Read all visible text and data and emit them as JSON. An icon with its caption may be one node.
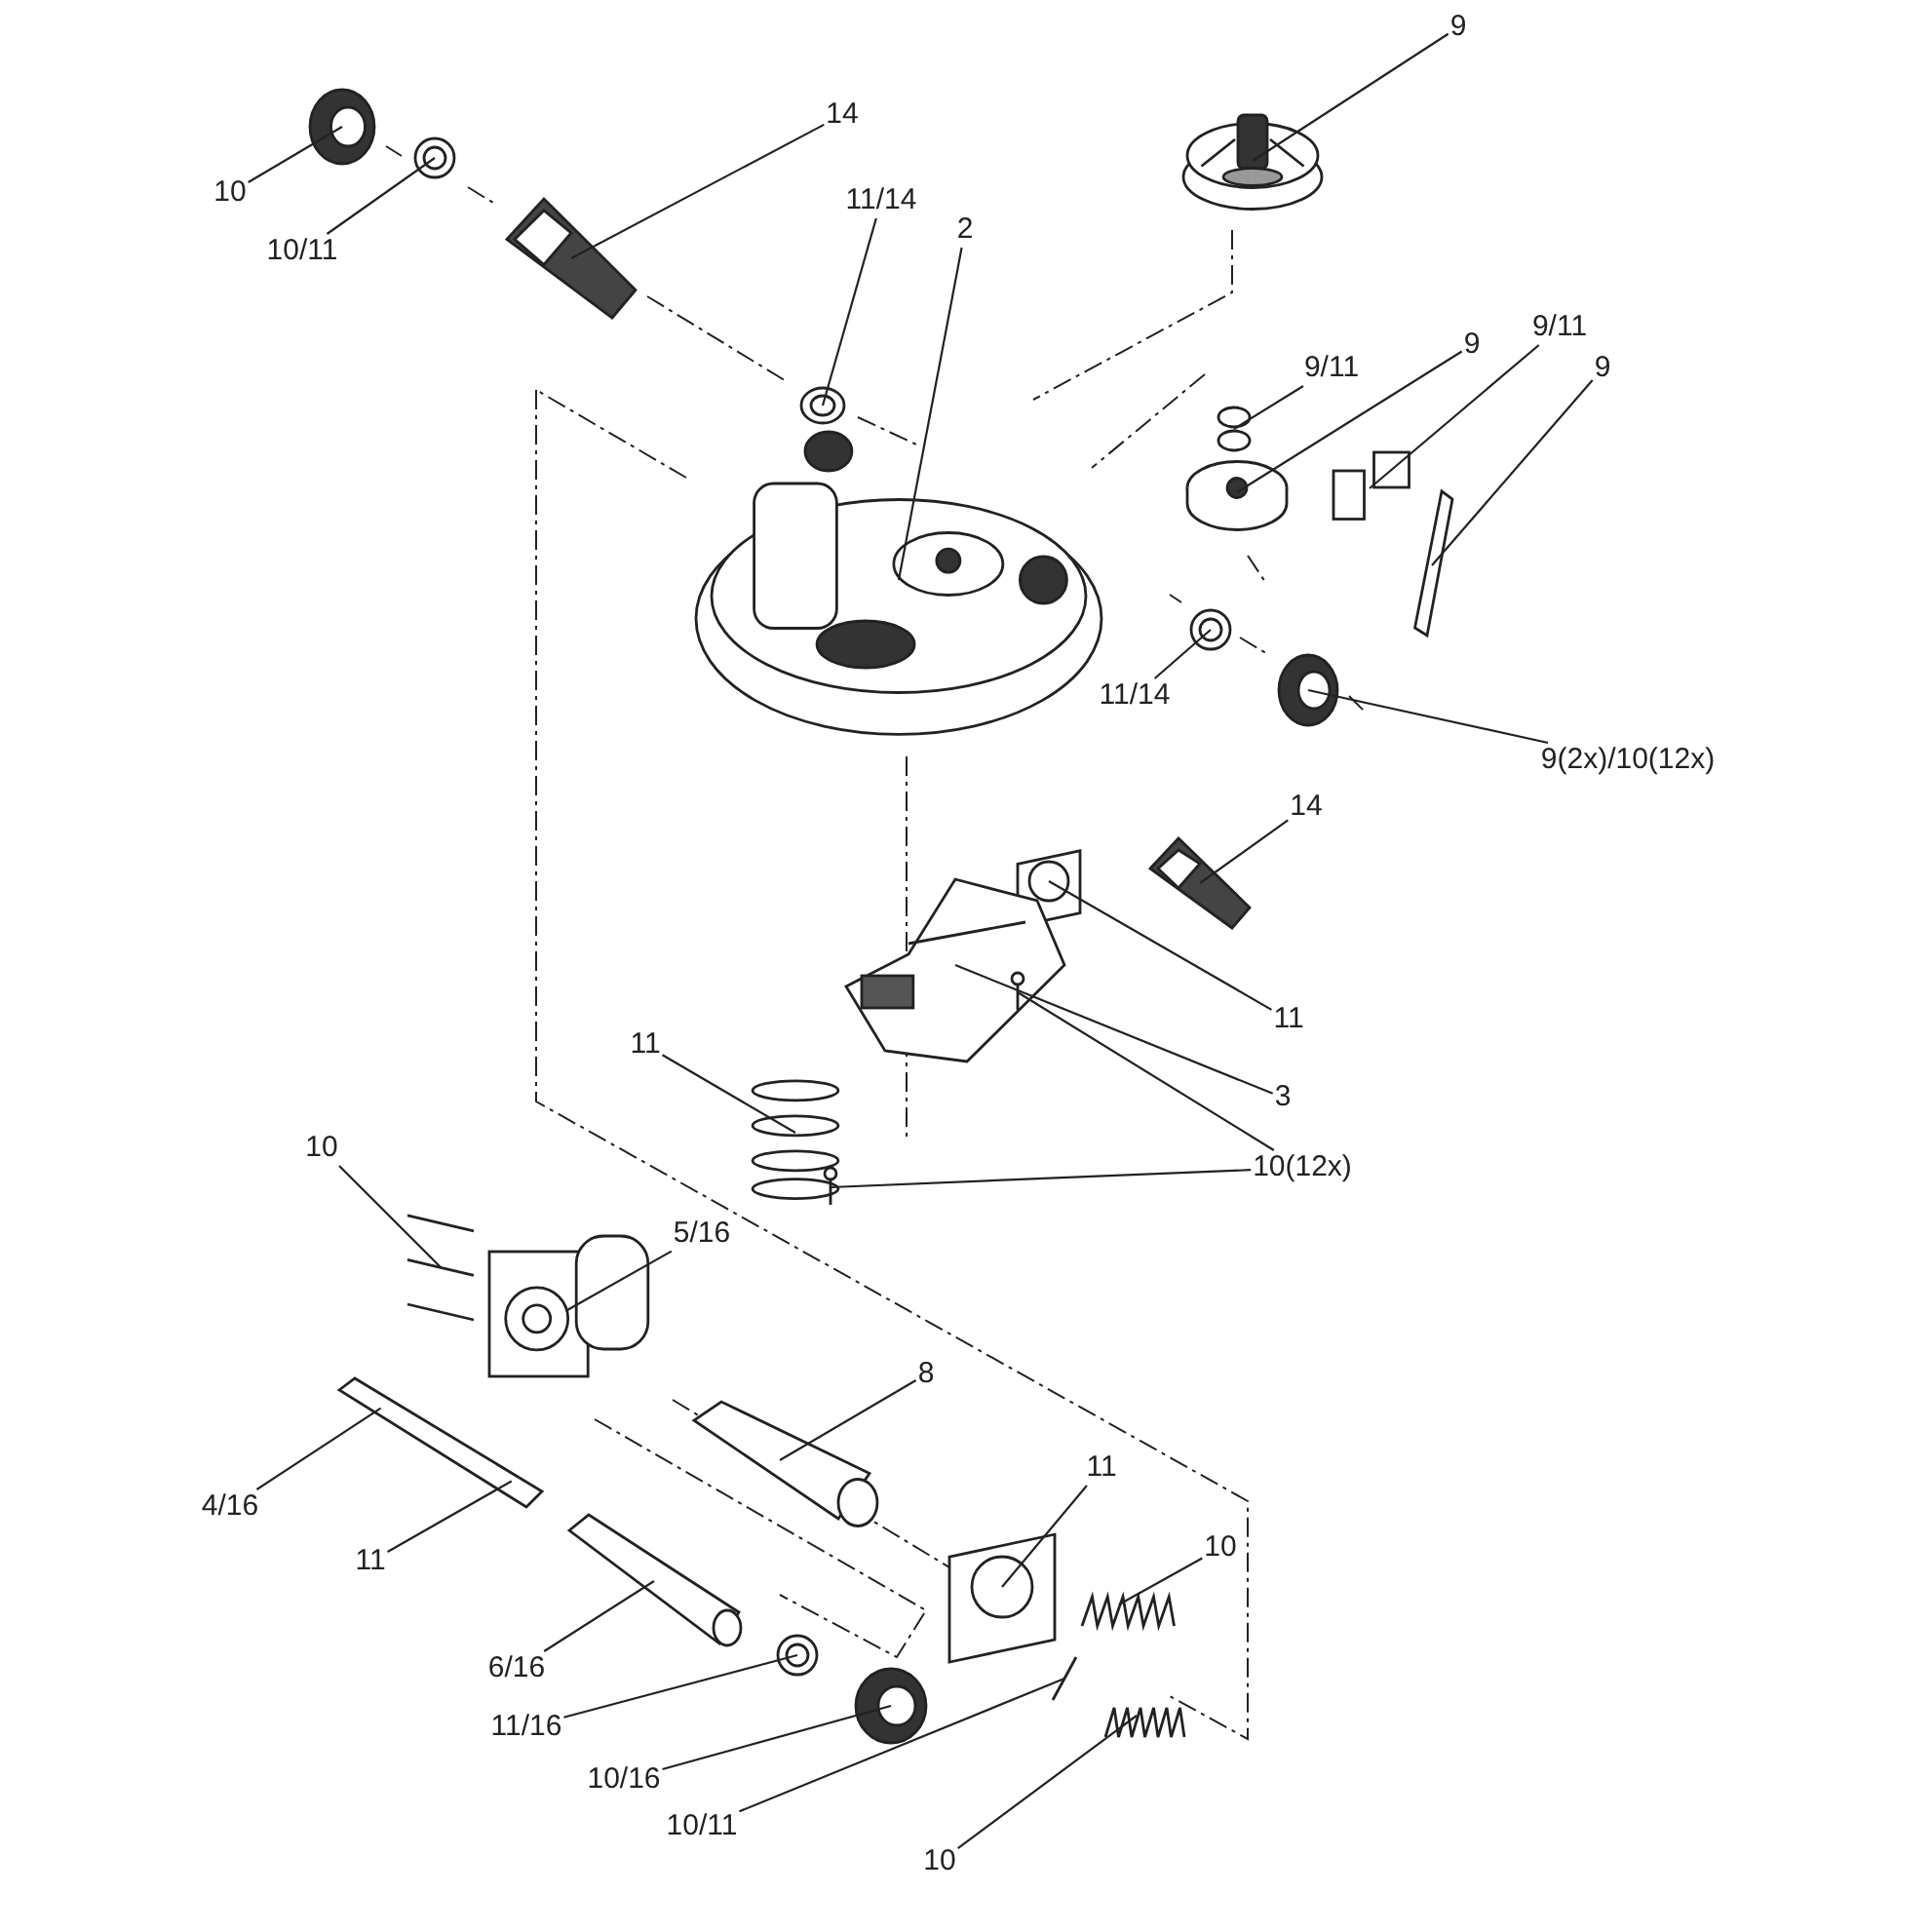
{
  "diagram": {
    "nodes": [
      {
        "text": [
          "9"
        ]
      },
      {
        "text": [
          "10"
        ]
      },
      {
        "text": [
          "10/11"
        ]
      },
      {
        "text": [
          "14"
        ]
      },
      {
        "text": [
          "11/14"
        ]
      },
      {
        "text": [
          "2"
        ]
      },
      {
        "text": [
          "9/11"
        ]
      },
      {
        "text": [
          "9"
        ]
      },
      {
        "text": [
          "9/11"
        ]
      },
      {
        "text": [
          "9"
        ]
      },
      {
        "text": [
          "11/14"
        ]
      },
      {
        "text": [
          "9(2x)/10(12x)"
        ]
      },
      {
        "text": [
          "14"
        ]
      },
      {
        "text": [
          "11"
        ]
      },
      {
        "text": [
          "3"
        ]
      },
      {
        "text": [
          "10(12x)"
        ]
      },
      {
        "text": [
          "11"
        ]
      },
      {
        "text": [
          "10"
        ]
      },
      {
        "text": [
          "5/16"
        ]
      },
      {
        "text": [
          "8"
        ]
      },
      {
        "text": [
          "4/16"
        ]
      },
      {
        "text": [
          "11"
        ]
      },
      {
        "text": [
          "11"
        ]
      },
      {
        "text": [
          "10"
        ]
      },
      {
        "text": [
          "6/16"
        ]
      },
      {
        "text": [
          "11/16"
        ]
      },
      {
        "text": [
          "10/16"
        ]
      },
      {
        "text": [
          "10/11"
        ]
      },
      {
        "text": [
          "10"
        ]
      },
      {
        "text": [],
        "shape": "picture"
      },
      {
        "text": [],
        "shape": "picture"
      },
      {
        "text": [],
        "shape": "picture"
      },
      {
        "text": [],
        "shape": "picture"
      },
      {
        "text": [],
        "shape": "picture"
      },
      {
        "text": [],
        "shape": "picture"
      },
      {
        "text": [],
        "shape": "picture"
      },
      {
        "text": [],
        "shape": "picture"
      },
      {
        "text": [],
        "shape": "picture"
      },
      {
        "text": [],
        "shape": "picture"
      },
      {
        "text": [],
        "shape": "picture"
      },
      {
        "text": [],
        "shape": "picture"
      },
      {
        "text": [],
        "shape": "picture"
      },
      {
        "text": [],
        "shape": "picture"
      },
      {
        "text": [],
        "shape": "picture"
      },
      {
        "text": [],
        "shape": "picture"
      },
      {
        "text": [],
        "shape": "picture",
        "in": 43
      },
      {
        "text": [],
        "shape": "picture"
      },
      {
        "text": [],
        "shape": "picture"
      },
      {
        "text": [],
        "shape": "picture"
      },
      {
        "text": [],
        "shape": "picture"
      },
      {
        "text": [],
        "shape": "picture"
      },
      {
        "text": [],
        "shape": "picture"
      },
      {
        "text": [],
        "shape": "picture"
      },
      {
        "text": [],
        "shape": "picture"
      },
      {
        "text": [],
        "shape": "picture"
      },
      {
        "text": [],
        "shape": "picture"
      },
      {
        "text": [],
        "shape": "picture"
      },
      {
        "text": [],
        "shape": "picture"
      }
    ],
    "edges": [
      {
        "from": 0,
        "to": 29,
        "arrow": "none"
      },
      {
        "from": 1,
        "to": 30,
        "arrow": "none"
      },
      {
        "from": 2,
        "to": 31,
        "arrow": "none"
      },
      {
        "from": 3,
        "to": 32,
        "arrow": "none"
      },
      {
        "from": 4,
        "to": 33,
        "arrow": "none"
      },
      {
        "from": 5,
        "to": 34,
        "arrow": "none"
      },
      {
        "from": 6,
        "to": 35,
        "arrow": "none"
      },
      {
        "from": 7,
        "to": 36,
        "arrow": "none"
      },
      {
        "from": 8,
        "to": 37,
        "arrow": "none"
      },
      {
        "from": 9,
        "to": 38,
        "arrow": "none"
      },
      {
        "from": 10,
        "to": 39,
        "arrow": "none"
      },
      {
        "from": 11,
        "to": 40,
        "arrow": "none"
      },
      {
        "from": 12,
        "to": 41,
        "arrow": "none"
      },
      {
        "from": 13,
        "to": 42,
        "arrow": "none"
      },
      {
        "from": 14,
        "to": 43,
        "arrow": "none"
      },
      {
        "from": 15,
        "to": 44,
        "arrow": "none"
      },
      {
        "from": 15,
        "to": 45,
        "arrow": "none"
      },
      {
        "from": 16,
        "to": 46,
        "arrow": "none"
      },
      {
        "from": 17,
        "to": 47,
        "arrow": "none"
      },
      {
        "from": 18,
        "to": 48,
        "arrow": "none"
      },
      {
        "from": 19,
        "to": 49,
        "arrow": "none"
      },
      {
        "from": 20,
        "to": 50,
        "arrow": "none"
      },
      {
        "from": 21,
        "to": 50,
        "arrow": "none"
      },
      {
        "from": 22,
        "to": 52,
        "arrow": "none"
      },
      {
        "from": 23,
        "to": 53,
        "arrow": "none"
      },
      {
        "from": 24,
        "to": 51,
        "arrow": "none"
      },
      {
        "from": 25,
        "to": 54,
        "arrow": "none"
      },
      {
        "from": 26,
        "to": 55,
        "arrow": "none"
      },
      {
        "from": 27,
        "to": 56,
        "arrow": "none"
      },
      {
        "from": 28,
        "to": 57,
        "arrow": "none"
      }
    ]
  }
}
